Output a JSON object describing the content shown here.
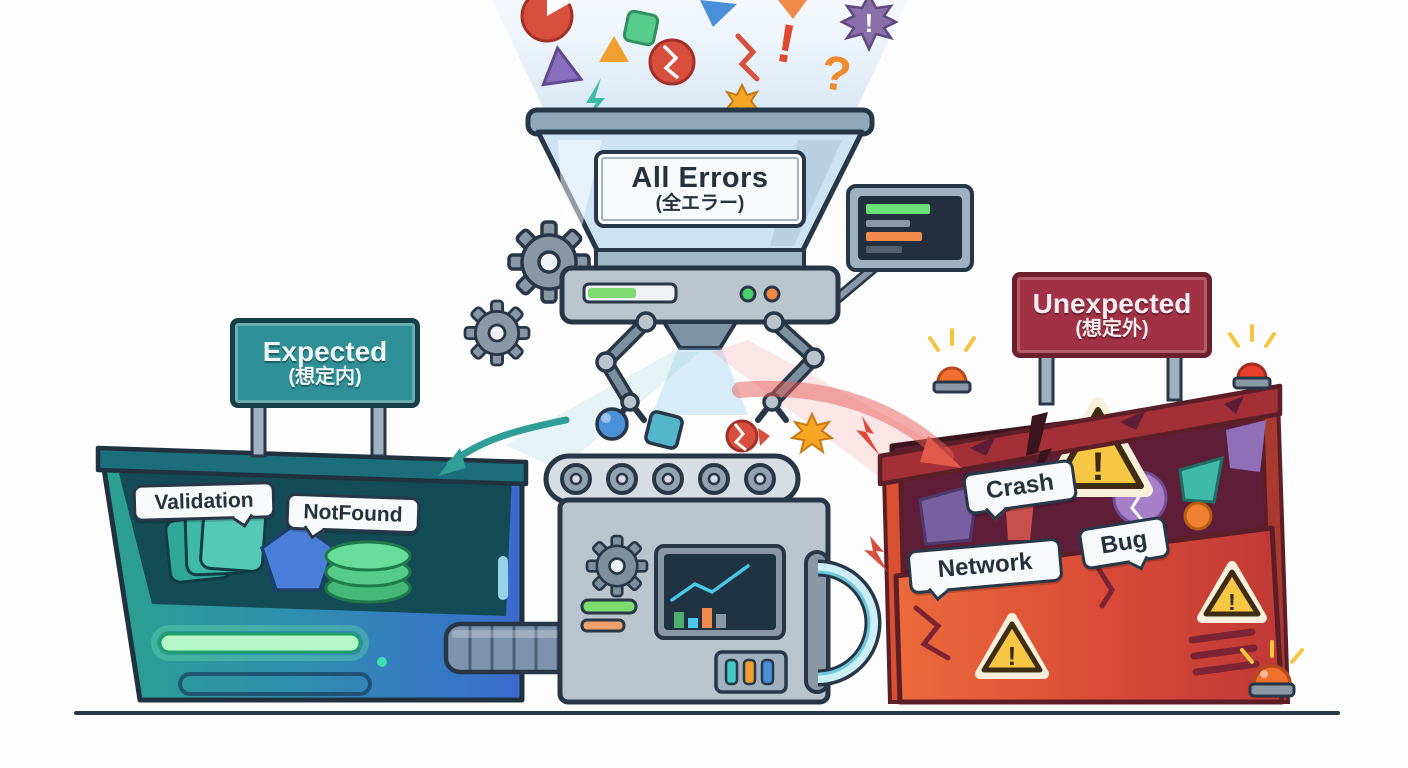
{
  "scene": {
    "funnel_sign": {
      "title": "All Errors",
      "subtitle": "(全エラー)"
    },
    "expected_bin": {
      "sign_title": "Expected",
      "sign_subtitle": "(想定内)",
      "tags": [
        {
          "label": "Validation"
        },
        {
          "label": "NotFound"
        }
      ]
    },
    "unexpected_bin": {
      "sign_title": "Unexpected",
      "sign_subtitle": "(想定外)",
      "tags": [
        {
          "label": "Crash"
        },
        {
          "label": "Network"
        },
        {
          "label": "Bug"
        }
      ]
    },
    "symbols": {
      "exclamation": "!",
      "question": "?"
    },
    "colors": {
      "expected_accent": "#2e8f96",
      "unexpected_accent": "#a13245",
      "warning_yellow": "#f6c644",
      "error_red": "#d94f3d",
      "success_green": "#6ee07a",
      "machine_gray": "#b9c4cd"
    }
  }
}
